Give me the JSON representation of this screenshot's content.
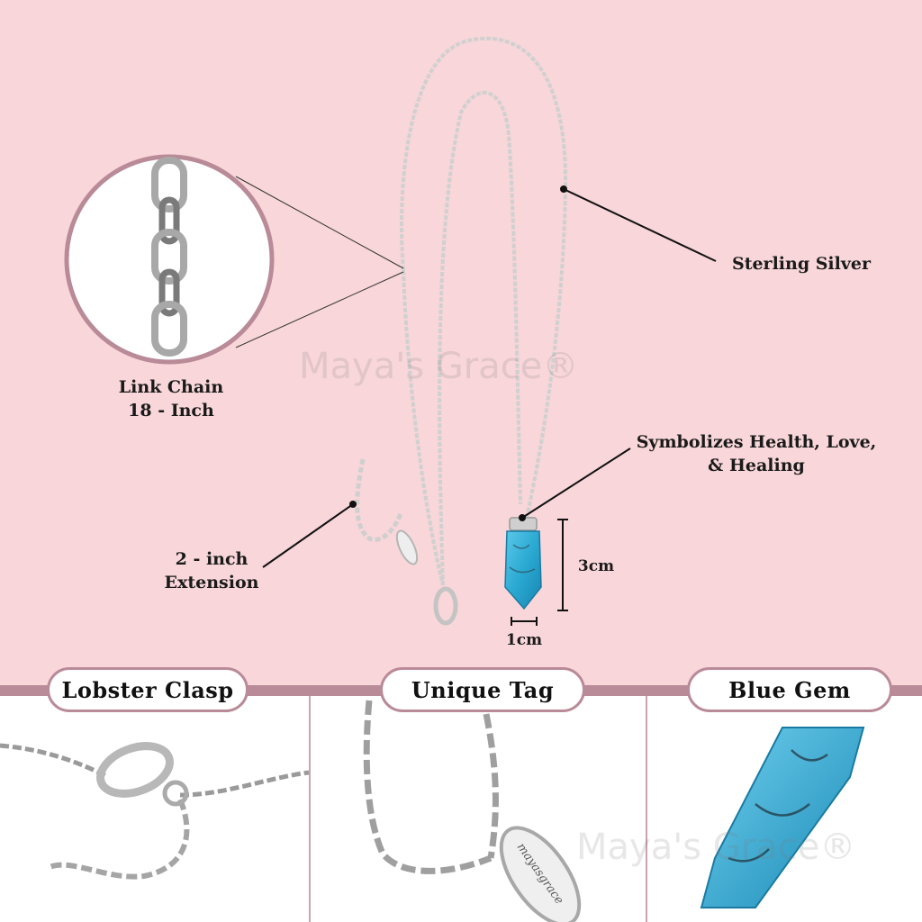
{
  "watermark": "Maya's Grace®",
  "callouts": {
    "sterling_silver": "Sterling Silver",
    "link_chain_line1": "Link Chain",
    "link_chain_line2": "18 - Inch",
    "symbolizes_line1": "Symbolizes Health, Love,",
    "symbolizes_line2": "& Healing",
    "extension_line1": "2 - inch",
    "extension_line2": "Extension",
    "height_dim": "3cm",
    "width_dim": "1cm"
  },
  "features": [
    {
      "label": "Lobster Clasp"
    },
    {
      "label": "Unique Tag"
    },
    {
      "label": "Blue Gem"
    }
  ],
  "tag_engraving": "mayasgrace",
  "colors": {
    "background_pink": "#f8d6d9",
    "accent_mauve": "#b98a98",
    "turquoise": "#2aa9d2",
    "silver": "#c9c9c9"
  }
}
